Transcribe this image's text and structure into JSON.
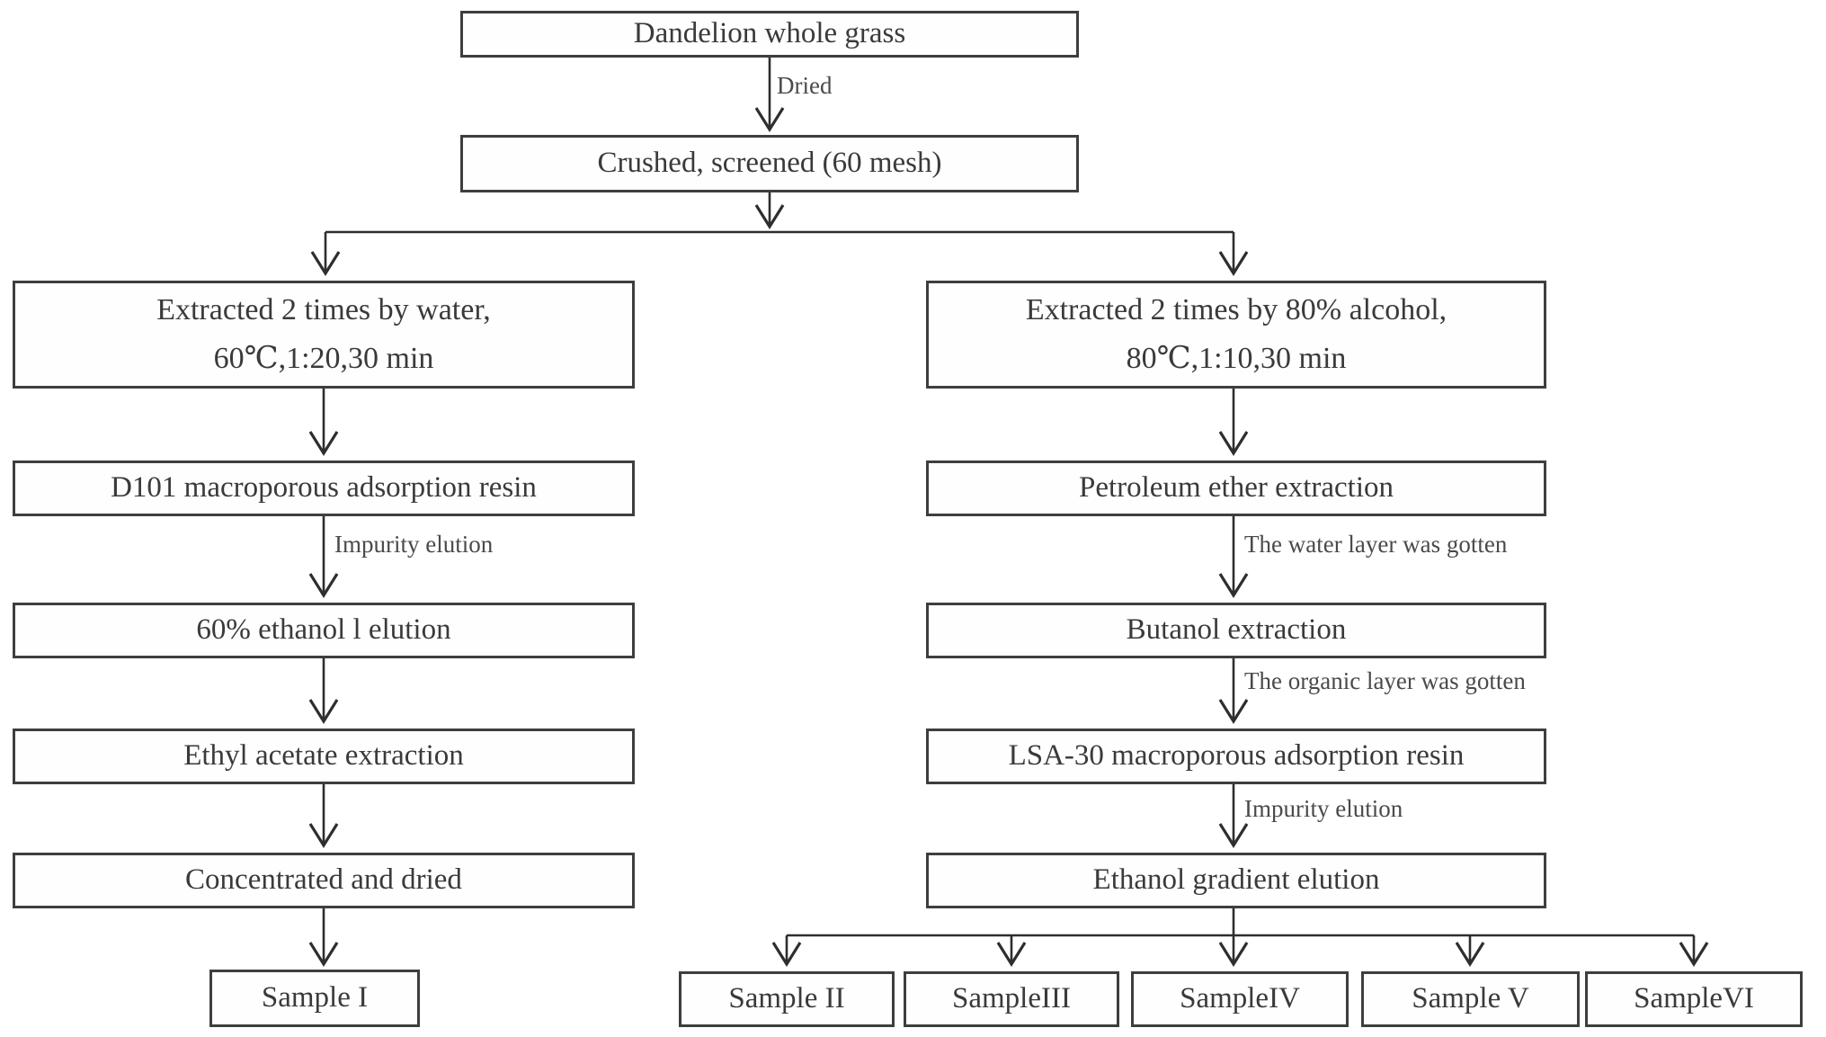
{
  "flowchart": {
    "source_node": "Dandelion whole grass",
    "preprocess": {
      "dried_edge_label": "Dried",
      "crushed_node": "Crushed, screened (60 mesh)"
    },
    "left_branch": {
      "extraction": {
        "line1": "Extracted 2 times by water,",
        "line2": "60℃,1:20,30 min"
      },
      "steps": [
        "D101 macroporous adsorption resin",
        "60% ethanol l elution",
        "Ethyl acetate extraction",
        "Concentrated and dried"
      ],
      "edge_labels": {
        "impurity_elution": "Impurity elution"
      },
      "output": "Sample I"
    },
    "right_branch": {
      "extraction": {
        "line1": "Extracted 2 times by 80% alcohol,",
        "line2": "80℃,1:10,30 min"
      },
      "steps": [
        "Petroleum ether extraction",
        "Butanol extraction",
        "LSA-30 macroporous adsorption resin",
        "Ethanol gradient elution"
      ],
      "edge_labels": {
        "water_layer": "The water layer was gotten",
        "organic_layer": "The organic layer was gotten",
        "impurity_elution": "Impurity elution"
      },
      "outputs": [
        "Sample II",
        "SampleIII",
        "SampleIV",
        "Sample V",
        "SampleVI"
      ]
    },
    "colors": {
      "line": "#2e2e2e",
      "box_border": "#3e3e3e",
      "text": "#3a3a3a",
      "background": "#ffffff"
    }
  }
}
